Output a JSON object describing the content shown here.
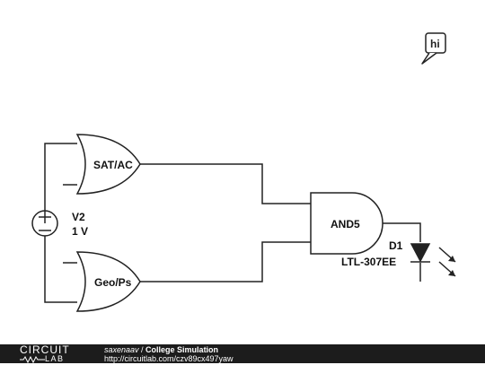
{
  "schematic": {
    "gate_or_top": "SAT/AC",
    "gate_or_bottom": "Geo/Ps",
    "gate_and": "AND5",
    "source_name": "V2",
    "source_value": "1 V",
    "diode_name": "D1",
    "diode_part": "LTL-307EE",
    "badge_text": "hi"
  },
  "footer": {
    "logo_top": "CIRCUIT",
    "logo_bottom": "LAB",
    "author": "saxenaav",
    "separator": " / ",
    "title": "College Simulation",
    "url": "http://circuitlab.com/czv89cx497yaw"
  }
}
